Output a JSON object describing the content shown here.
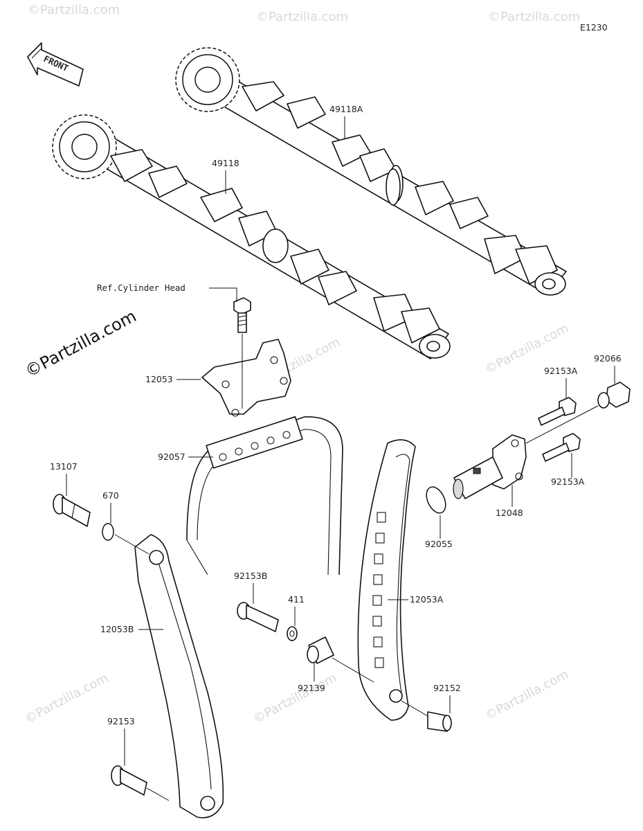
{
  "diagram_code": "E1230",
  "front_label": "FRONT",
  "ref_label": "Ref.Cylinder Head",
  "watermark_main": "©Partzilla.com",
  "watermark_small": "©Partzilla.com",
  "parts": {
    "camshaft_exhaust": "49118A",
    "camshaft_intake": "49118",
    "guide_upper": "12053",
    "chain": "92057",
    "guide_tensioner": "12053A",
    "guide_left": "12053B",
    "bolt_13107": "13107",
    "oring_670": "670",
    "bolt_92153": "92153",
    "bolt_92153b": "92153B",
    "washer_411": "411",
    "collar_92139": "92139",
    "collar_92152": "92152",
    "bolt_92153a_top": "92153A",
    "bolt_92153a_bottom": "92153A",
    "cap_92066": "92066",
    "tensioner_12048": "12048",
    "oring_92055": "92055"
  }
}
